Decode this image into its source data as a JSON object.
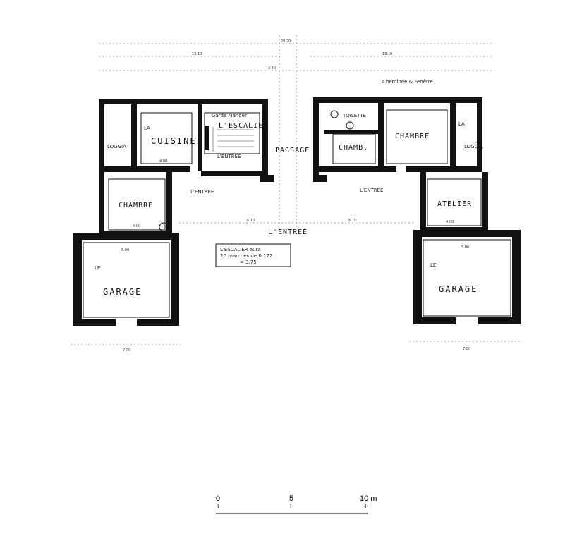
{
  "plan": {
    "rooms": {
      "cuisine": "CUISINE",
      "escalier": "L'ESCALIER",
      "garde_manger": "Garde Manger",
      "entree_top": "L'ENTREE",
      "loggia_left": "LOGGIA",
      "la_left": "LA",
      "chambre_left": "CHAMBRE",
      "entree_left": "L'ENTREE",
      "garage_left": "GARAGE",
      "le_left": "LE",
      "passage": "PASSAGE",
      "toilette": "TOILETTE",
      "chamb": "CHAMB.",
      "chambre_right": "CHAMBRE",
      "loggia_right": "LOGGIA",
      "la_right": "LA",
      "entree_right": "L'ENTREE",
      "atelier": "ATELIER",
      "garage_right": "GARAGE",
      "le_right": "LE",
      "entree_main": "L'ENTREE",
      "cheminee": "Cheminée & Fenêtre"
    },
    "note": {
      "line1": "L'ESCALIER aura",
      "line2": "20 marches de 0.172",
      "line3": "= 3.75"
    },
    "dimensions": {
      "total_width": "28.20",
      "left_wing": "13.10",
      "right_wing": "13.10",
      "garage_left_width": "7.00",
      "garage_right_width": "7.00",
      "garage_inner_left": "5.00",
      "garage_inner_right": "5.00",
      "entree_span": "6.10",
      "entree_span_right": "6.10",
      "room_cuisine": "4.00",
      "room_chambre_left": "4.00",
      "room_atelier": "4.00",
      "passage_width": "2.40"
    }
  },
  "scale": {
    "label_0": "0",
    "label_5": "5",
    "label_10": "10 m"
  }
}
